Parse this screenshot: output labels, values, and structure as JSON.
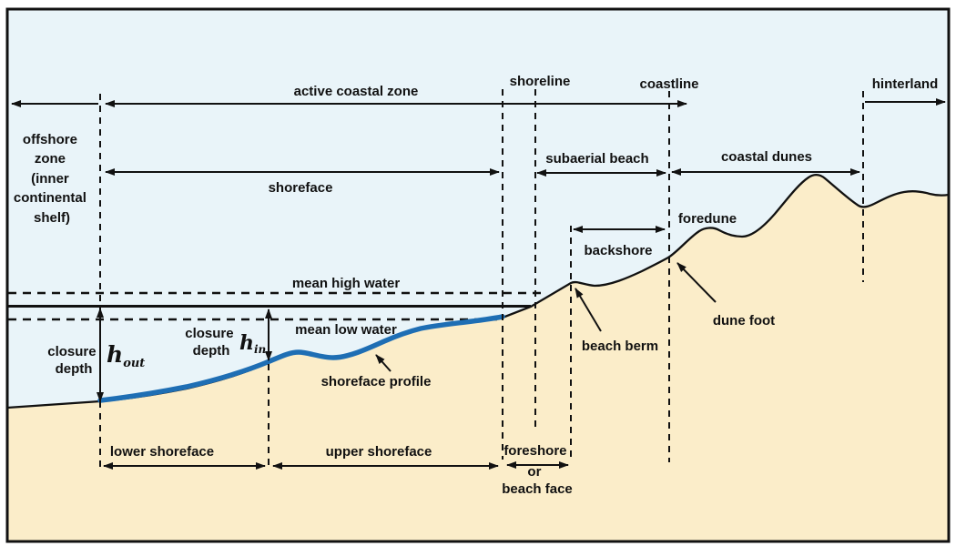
{
  "colors": {
    "water": "#e9f4f9",
    "sand": "#fbedc9",
    "profile_blue": "#1e6eb4",
    "line": "#111111"
  },
  "zone_labels": {
    "offshore_zone": [
      "offshore",
      "zone",
      "(inner",
      "continental",
      "shelf)"
    ],
    "active_coastal_zone": "active coastal zone",
    "shoreline": "shoreline",
    "coastline": "coastline",
    "hinterland": "hinterland",
    "shoreface": "shoreface",
    "subaerial_beach": "subaerial beach",
    "coastal_dunes": "coastal dunes",
    "foredune": "foredune",
    "backshore": "backshore"
  },
  "water_labels": {
    "mean_high_water": "mean high water",
    "mean_low_water": "mean low water"
  },
  "depth_labels": {
    "closure_outer": [
      "closure",
      "depth"
    ],
    "closure_inner": [
      "closure",
      "depth"
    ],
    "h_out_var": "h",
    "h_out_sub": "out",
    "h_in_var": "h",
    "h_in_sub": "in"
  },
  "feature_labels": {
    "shoreface_profile": "shoreface profile",
    "beach_berm": "beach berm",
    "dune_foot": "dune foot"
  },
  "bottom_labels": {
    "lower_shoreface": "lower shoreface",
    "upper_shoreface": "upper shoreface",
    "foreshore": [
      "foreshore",
      "or",
      "beach face"
    ]
  }
}
